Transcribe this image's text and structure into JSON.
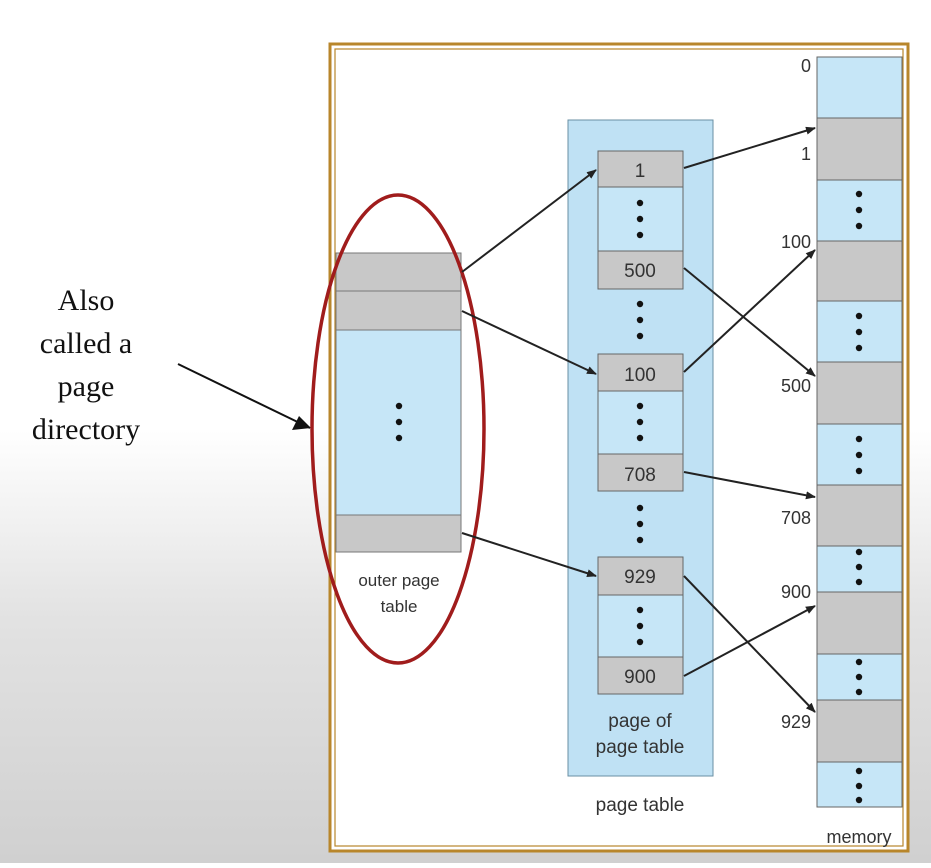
{
  "caption": {
    "lines": [
      "Also",
      "called a",
      "page",
      "directory"
    ]
  },
  "outer_page_table": {
    "label_lines": [
      "outer page",
      "table"
    ]
  },
  "page_table": {
    "label": "page table",
    "inner_label_lines": [
      "page of",
      "page table"
    ],
    "entries": [
      "1",
      "500",
      "100",
      "708",
      "929",
      "900"
    ]
  },
  "memory": {
    "label": "memory",
    "frame_labels": [
      "0",
      "1",
      "100",
      "500",
      "708",
      "900",
      "929"
    ]
  },
  "colors": {
    "frame_border": "#b8862b",
    "highlight_ellipse": "#a01c1c",
    "light_blue": "#c6e6f7",
    "panel_blue": "#bfe1f4",
    "gray": "#c8c8c8"
  }
}
